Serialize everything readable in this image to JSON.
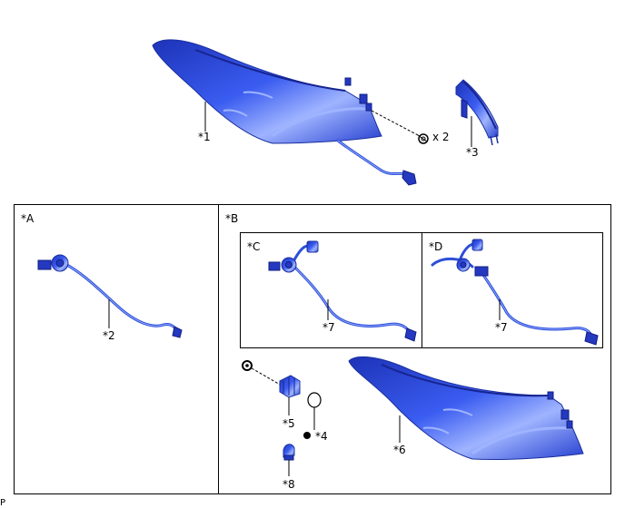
{
  "callouts": {
    "c1": "*1",
    "c2": "*2",
    "c3": "*3",
    "c4": "*4",
    "c5": "*5",
    "c6": "*6",
    "c7a": "*7",
    "c7b": "*7",
    "c8": "*8",
    "qty": "x 2"
  },
  "panels": {
    "A": "*A",
    "B": "*B",
    "C": "*C",
    "D": "*D"
  },
  "footer": {
    "code": "P"
  },
  "colors": {
    "part_blue": "#2f4fe0",
    "part_highlight": "#9fb4ff",
    "part_shadow": "#16248f"
  }
}
